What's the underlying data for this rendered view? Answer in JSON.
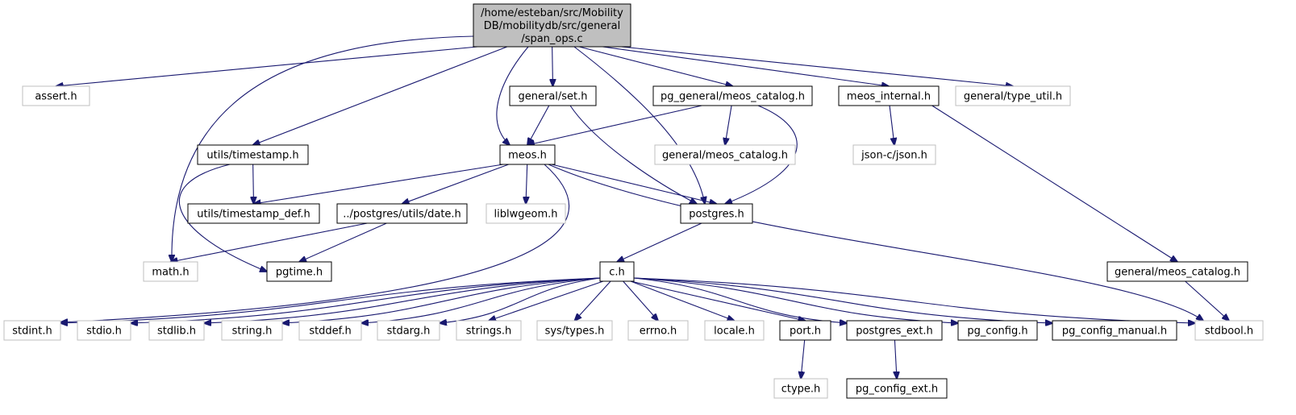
{
  "colors": {
    "edge": "#191970",
    "root_fill": "#bfbfbf",
    "root_stroke": "#000000",
    "internal_stroke": "#000000",
    "external_stroke": "#bfbfbf",
    "text": "#000000"
  },
  "nodes": {
    "root": {
      "lines": [
        "/home/esteban/src/Mobility",
        "DB/mobilitydb/src/general",
        "/span_ops.c"
      ],
      "kind": "root"
    },
    "assert": {
      "label": "assert.h",
      "kind": "external"
    },
    "math": {
      "label": "math.h",
      "kind": "external"
    },
    "utils_timestamp": {
      "label": "utils/timestamp.h",
      "kind": "internal"
    },
    "general_set": {
      "label": "general/set.h",
      "kind": "internal"
    },
    "pg_general_meos_catalog": {
      "label": "pg_general/meos_catalog.h",
      "kind": "internal"
    },
    "meos_internal": {
      "label": "meos_internal.h",
      "kind": "internal"
    },
    "general_type_util": {
      "label": "general/type_util.h",
      "kind": "external"
    },
    "meos": {
      "label": "meos.h",
      "kind": "internal"
    },
    "general_meos_catalog_ext": {
      "label": "general/meos_catalog.h",
      "kind": "external"
    },
    "json_c": {
      "label": "json-c/json.h",
      "kind": "external"
    },
    "utils_timestamp_def": {
      "label": "utils/timestamp_def.h",
      "kind": "internal"
    },
    "postgres_utils_date": {
      "label": "../postgres/utils/date.h",
      "kind": "internal"
    },
    "liblwgeom": {
      "label": "liblwgeom.h",
      "kind": "external"
    },
    "postgres": {
      "label": "postgres.h",
      "kind": "internal"
    },
    "pgtime": {
      "label": "pgtime.h",
      "kind": "internal"
    },
    "c_h": {
      "label": "c.h",
      "kind": "internal"
    },
    "general_meos_catalog": {
      "label": "general/meos_catalog.h",
      "kind": "internal"
    },
    "stdint": {
      "label": "stdint.h",
      "kind": "external"
    },
    "stdio": {
      "label": "stdio.h",
      "kind": "external"
    },
    "stdlib": {
      "label": "stdlib.h",
      "kind": "external"
    },
    "string": {
      "label": "string.h",
      "kind": "external"
    },
    "stddef": {
      "label": "stddef.h",
      "kind": "external"
    },
    "stdarg": {
      "label": "stdarg.h",
      "kind": "external"
    },
    "strings": {
      "label": "strings.h",
      "kind": "external"
    },
    "sys_types": {
      "label": "sys/types.h",
      "kind": "external"
    },
    "errno": {
      "label": "errno.h",
      "kind": "external"
    },
    "locale": {
      "label": "locale.h",
      "kind": "external"
    },
    "port": {
      "label": "port.h",
      "kind": "internal"
    },
    "postgres_ext": {
      "label": "postgres_ext.h",
      "kind": "internal"
    },
    "pg_config": {
      "label": "pg_config.h",
      "kind": "internal"
    },
    "pg_config_manual": {
      "label": "pg_config_manual.h",
      "kind": "internal"
    },
    "stdbool": {
      "label": "stdbool.h",
      "kind": "external"
    },
    "ctype": {
      "label": "ctype.h",
      "kind": "external"
    },
    "pg_config_ext": {
      "label": "pg_config_ext.h",
      "kind": "internal"
    }
  },
  "edges": [
    [
      "root",
      "assert"
    ],
    [
      "root",
      "math"
    ],
    [
      "root",
      "utils_timestamp"
    ],
    [
      "root",
      "meos"
    ],
    [
      "root",
      "general_set"
    ],
    [
      "root",
      "postgres"
    ],
    [
      "root",
      "pg_general_meos_catalog"
    ],
    [
      "root",
      "meos_internal"
    ],
    [
      "root",
      "general_type_util"
    ],
    [
      "utils_timestamp",
      "utils_timestamp_def"
    ],
    [
      "utils_timestamp",
      "pgtime"
    ],
    [
      "general_set",
      "meos"
    ],
    [
      "general_set",
      "postgres"
    ],
    [
      "pg_general_meos_catalog",
      "meos"
    ],
    [
      "pg_general_meos_catalog",
      "general_meos_catalog_ext"
    ],
    [
      "pg_general_meos_catalog",
      "postgres"
    ],
    [
      "meos_internal",
      "json_c"
    ],
    [
      "meos_internal",
      "general_meos_catalog"
    ],
    [
      "meos",
      "utils_timestamp_def"
    ],
    [
      "meos",
      "postgres_utils_date"
    ],
    [
      "meos",
      "liblwgeom"
    ],
    [
      "meos",
      "postgres"
    ],
    [
      "meos",
      "stdint"
    ],
    [
      "meos",
      "stdbool"
    ],
    [
      "postgres_utils_date",
      "math"
    ],
    [
      "postgres_utils_date",
      "pgtime"
    ],
    [
      "postgres",
      "c_h"
    ],
    [
      "c_h",
      "stdint"
    ],
    [
      "c_h",
      "stdio"
    ],
    [
      "c_h",
      "stdlib"
    ],
    [
      "c_h",
      "string"
    ],
    [
      "c_h",
      "stddef"
    ],
    [
      "c_h",
      "stdarg"
    ],
    [
      "c_h",
      "strings"
    ],
    [
      "c_h",
      "sys_types"
    ],
    [
      "c_h",
      "errno"
    ],
    [
      "c_h",
      "locale"
    ],
    [
      "c_h",
      "port"
    ],
    [
      "c_h",
      "postgres_ext"
    ],
    [
      "c_h",
      "pg_config"
    ],
    [
      "c_h",
      "pg_config_manual"
    ],
    [
      "c_h",
      "stdbool"
    ],
    [
      "general_meos_catalog",
      "stdbool"
    ],
    [
      "port",
      "ctype"
    ],
    [
      "postgres_ext",
      "pg_config_ext"
    ]
  ]
}
